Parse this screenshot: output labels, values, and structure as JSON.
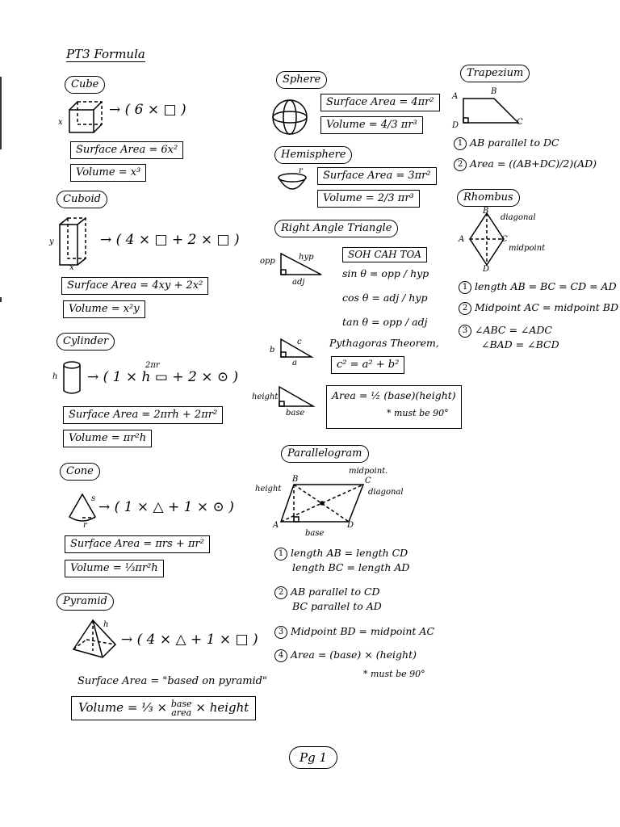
{
  "title": "PT3 Formula",
  "cube": {
    "label": "Cube",
    "formula": "→ ( 6 × □ )",
    "dim": "x",
    "surface_area": "Surface Area = 6x²",
    "volume": "Volume = x³"
  },
  "cuboid": {
    "label": "Cuboid",
    "formula": "→ ( 4 × □ + 2 × □ )",
    "dim_y": "y",
    "dim_x": "x",
    "surface_area": "Surface Area = 4xy + 2x²",
    "volume": "Volume = x²y"
  },
  "cylinder": {
    "label": "Cylinder",
    "formula": "→ ( 1 × h ▭ + 2 × ⊙ )",
    "h": "h",
    "top": "2πr",
    "surface_area": "Surface Area = 2πrh + 2πr²",
    "volume": "Volume = πr²h"
  },
  "cone": {
    "label": "Cone",
    "formula": "→ ( 1 × △ + 1 × ⊙ )",
    "s": "s",
    "r": "r",
    "surface_area": "Surface Area = πrs + πr²",
    "volume": "Volume = ⅓πr²h"
  },
  "pyramid": {
    "label": "Pyramid",
    "formula": "→ ( 4 × △ + 1 × □ )",
    "h": "h",
    "surface_area": "Surface Area = \"based on pyramid\"",
    "volume_left": "Volume = ⅓ ×",
    "volume_base": "base",
    "volume_area": "area",
    "volume_right": "× height"
  },
  "sphere": {
    "label": "Sphere",
    "surface_area": "Surface Area = 4πr²",
    "volume": "Volume = 4/3 πr³"
  },
  "hemisphere": {
    "label": "Hemisphere",
    "r": "r",
    "surface_area": "Surface Area = 3πr²",
    "volume": "Volume = 2/3 πr³"
  },
  "right_triangle": {
    "label": "Right Angle Triangle",
    "opp": "opp",
    "hyp": "hyp",
    "adj": "adj",
    "soh": "SOH CAH TOA",
    "sin": "sin θ = opp / hyp",
    "cos": "cos θ = adj / hyp",
    "tan": "tan θ = opp / adj",
    "b": "b",
    "c": "c",
    "a": "a",
    "pyth_title": "Pythagoras Theorem,",
    "pyth": "c² = a² + b²",
    "height": "height",
    "base": "base",
    "area": "Area = ½ (base)(height)",
    "note": "* must be 90°"
  },
  "parallelogram": {
    "label": "Parallelogram",
    "height": "height",
    "midpoint": "midpoint.",
    "diagonal": "diagonal",
    "base": "base",
    "A": "A",
    "B": "B",
    "C": "C",
    "D": "D",
    "rule1a": "length AB = length CD",
    "rule1b": "length BC = length AD",
    "rule2a": "AB parallel to CD",
    "rule2b": "BC parallel to AD",
    "rule3": "Midpoint BD = midpoint AC",
    "rule4": "Area = (base) × (height)",
    "note": "* must be 90°",
    "n1": "1",
    "n2": "2",
    "n3": "3",
    "n4": "4"
  },
  "trapezium": {
    "label": "Trapezium",
    "A": "A",
    "B": "B",
    "C": "C",
    "D": "D",
    "rule1": "AB parallel to DC",
    "rule2": "Area = ((AB+DC)/2)(AD)",
    "n1": "1",
    "n2": "2"
  },
  "rhombus": {
    "label": "Rhombus",
    "diagonal": "diagonal",
    "midpoint": "midpoint",
    "A": "A",
    "B": "B",
    "C": "C",
    "D": "D",
    "rule1": "length AB = BC = CD = AD",
    "rule2": "Midpoint AC = midpoint BD",
    "rule3a": "∠ABC = ∠ADC",
    "rule3b": "∠BAD = ∠BCD",
    "n1": "1",
    "n2": "2",
    "n3": "3"
  },
  "page_number": "Pg 1"
}
